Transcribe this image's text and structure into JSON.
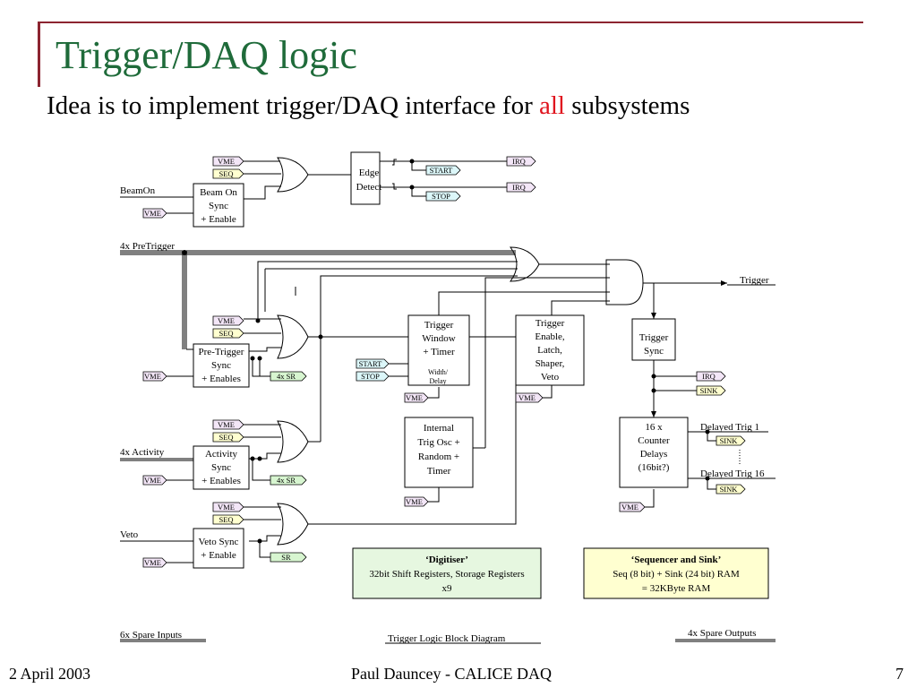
{
  "slide": {
    "title": "Trigger/DAQ logic",
    "subtitle_pre": "Idea is to implement trigger/DAQ interface for ",
    "subtitle_highlight": "all",
    "subtitle_post": " subsystems",
    "footer_date": "2 April 2003",
    "footer_author": "Paul Dauncey - CALICE DAQ",
    "page_number": "7"
  },
  "colors": {
    "title": "#1f6b3a",
    "accent_bar": "#8c2430",
    "highlight": "#e0141e",
    "tag_vme": "#f3e6f7",
    "tag_seq": "#ffffd0",
    "tag_start": "#dcf7f9",
    "tag_irq": "#f3e6f7",
    "tag_sr": "#d7f5d0",
    "tag_sink": "#ffffd0",
    "digitiser_bg": "#e6f7e0",
    "sequencer_bg": "#ffffd0"
  },
  "diagram": {
    "caption": "Trigger Logic Block Diagram",
    "signals": {
      "beamon": "BeamOn",
      "pretrigger": "4x PreTrigger",
      "activity": "4x Activity",
      "veto": "Veto",
      "trigger": "Trigger",
      "delayed1": "Delayed Trig 1",
      "delayed16": "Delayed Trig 16",
      "spare_inputs": "6x Spare Inputs",
      "spare_outputs": "4x Spare Outputs"
    },
    "tags": {
      "vme": "VME",
      "seq": "SEQ",
      "start": "START",
      "stop": "STOP",
      "irq": "IRQ",
      "sink": "SINK",
      "sr4": "4x SR",
      "sr": "SR"
    },
    "blocks": {
      "beamon_sync": [
        "Beam On",
        "Sync",
        "+ Enable"
      ],
      "edge_detect": [
        "Edge",
        "Detect"
      ],
      "pretrig_sync": [
        "Pre-Trigger",
        "Sync",
        "+ Enables"
      ],
      "activity_sync": [
        "Activity",
        "Sync",
        "+ Enables"
      ],
      "veto_sync": [
        "Veto Sync",
        "+ Enable"
      ],
      "trigger_window": [
        "Trigger",
        "Window",
        "+ Timer"
      ],
      "trigger_window_sub": [
        "Width/",
        "Delay"
      ],
      "internal_osc": [
        "Internal",
        "Trig Osc +",
        "Random +",
        "Timer"
      ],
      "trigger_enable": [
        "Trigger",
        "Enable,",
        "Latch,",
        "Shaper,",
        "Veto"
      ],
      "trigger_sync": [
        "Trigger",
        "Sync"
      ],
      "counter_delays": [
        "16 x",
        "Counter",
        "Delays",
        "(16bit?)"
      ]
    },
    "digitiser": {
      "title": "‘Digitiser’",
      "line1": "32bit Shift Registers, Storage Registers",
      "line2": "x9"
    },
    "sequencer": {
      "title": "‘Sequencer and Sink’",
      "line1": "Seq (8 bit) + Sink (24 bit) RAM",
      "line2": "= 32KByte RAM"
    }
  }
}
